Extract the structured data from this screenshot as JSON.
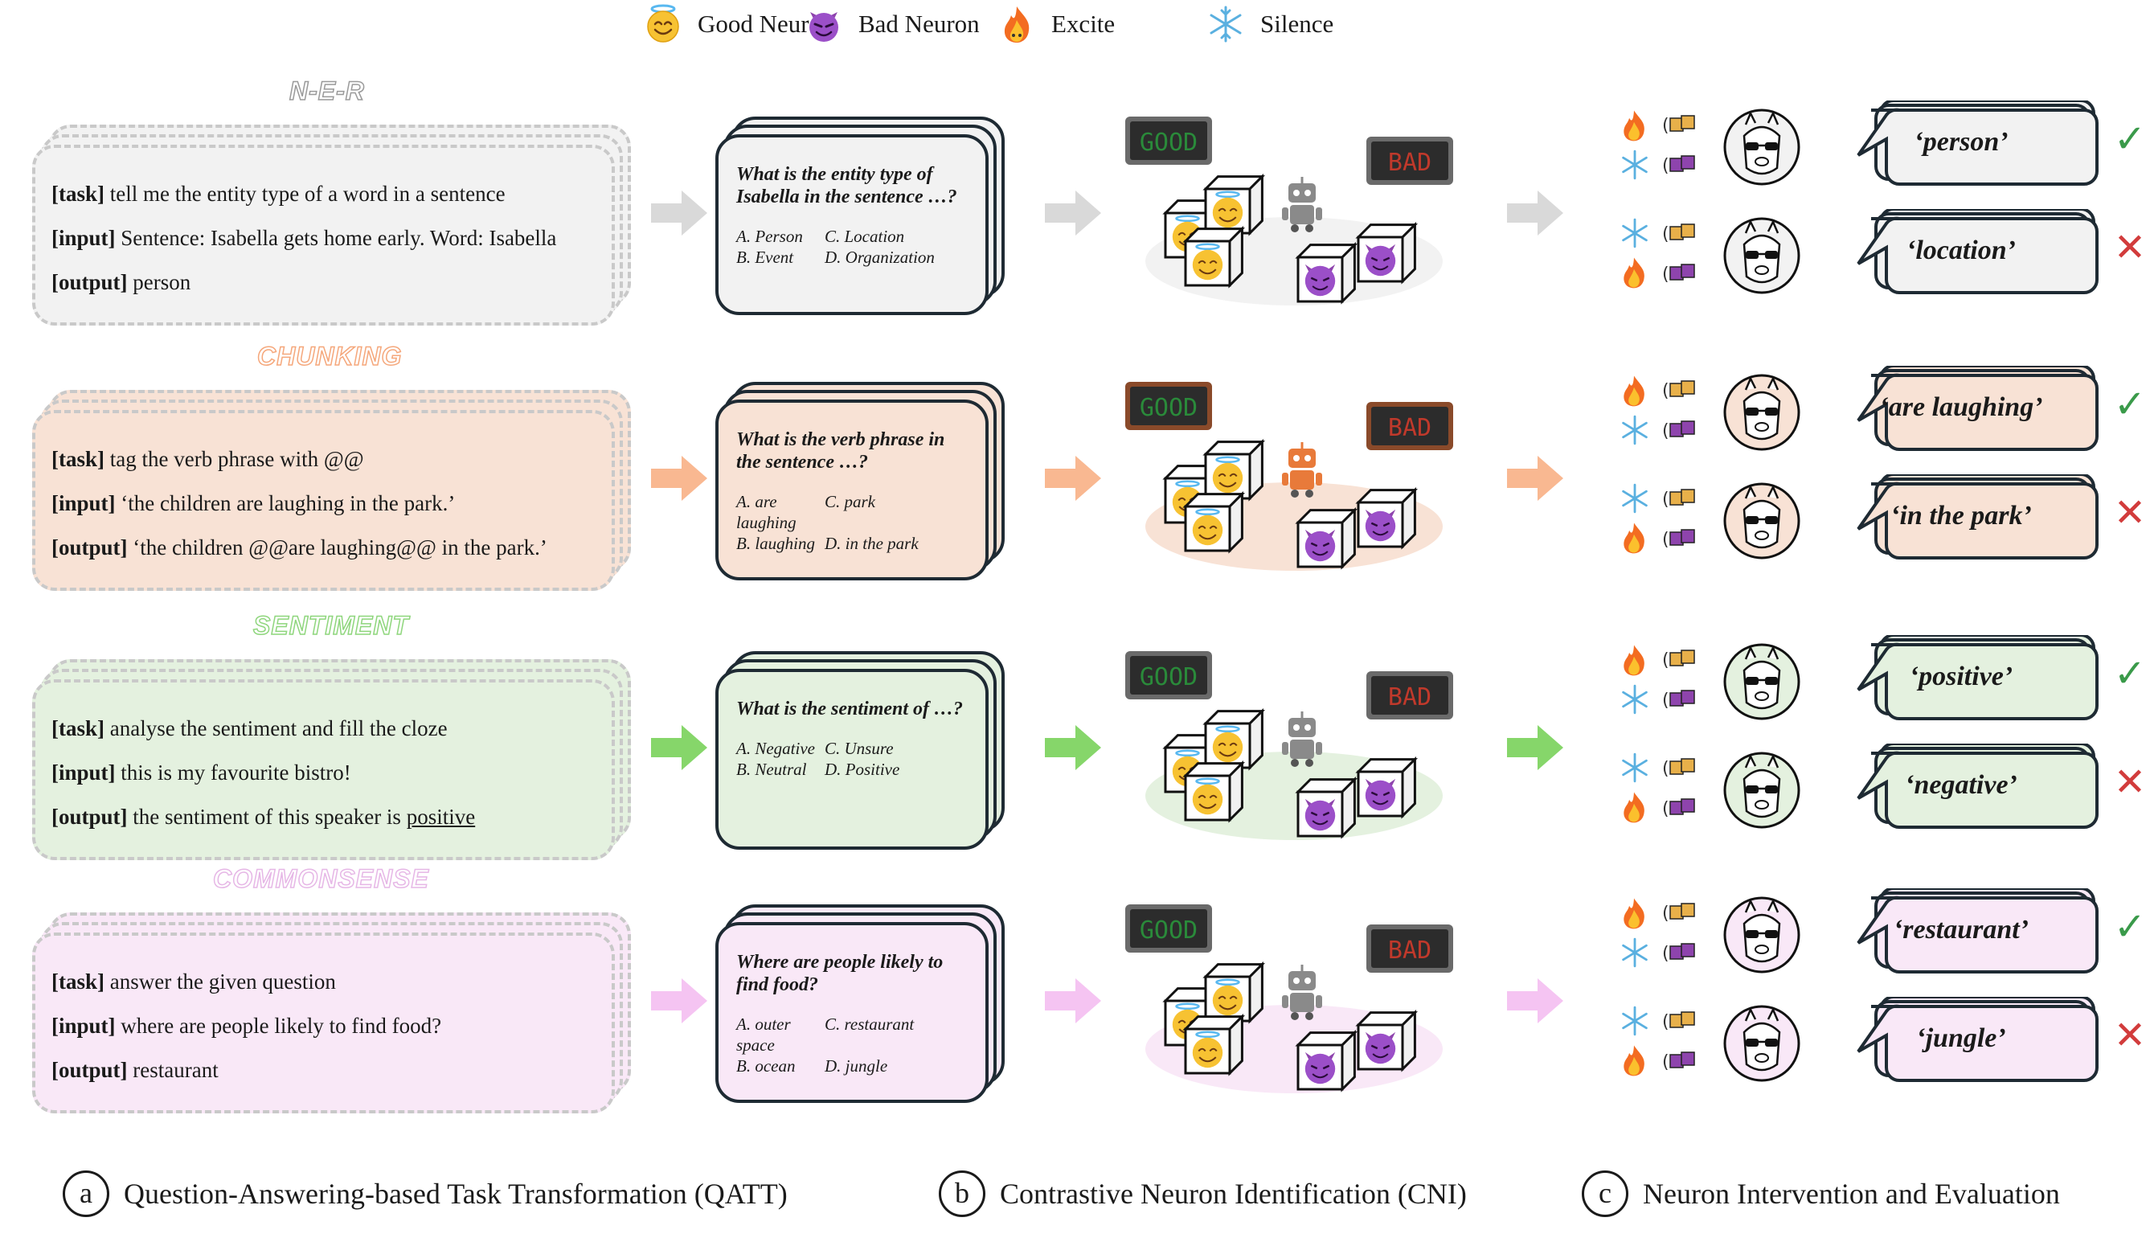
{
  "legend": [
    {
      "icon": "good-neuron-icon",
      "label": "Good Neuron"
    },
    {
      "icon": "bad-neuron-icon",
      "label": "Bad Neuron"
    },
    {
      "icon": "excite-icon",
      "label": "Excite"
    },
    {
      "icon": "silence-icon",
      "label": "Silence"
    }
  ],
  "colors": {
    "ner": "#f2f2f2",
    "ner_title": "#9a9a9a",
    "ner_arrow": "#d9d9d9",
    "chunking": "#f8e2d5",
    "chunking_title": "#f5a77b",
    "chunking_arrow": "#f9b891",
    "sentiment": "#e4f1df",
    "sentiment_title": "#8fd67d",
    "sentiment_arrow": "#86d66a",
    "commonsense": "#f9e8f7",
    "commonsense_title": "#e6b7e6",
    "commonsense_arrow": "#f5c4f2",
    "good_sign": "#2a8a3a",
    "bad_sign": "#c0392b",
    "check": "#3a9a4a",
    "cross": "#d23c3c"
  },
  "rows": [
    {
      "key": "ner",
      "title": "N-E-R",
      "task": {
        "task_tag": "[task]",
        "task": "tell me the entity type of a word in a sentence",
        "input_tag": "[input]",
        "input": "Sentence: Isabella gets home early. Word: Isabella",
        "output_tag": "[output]",
        "output": "person"
      },
      "question": "What is the entity type of Isabella in the sentence …?",
      "options": [
        "A. Person",
        "C. Location",
        "B. Event",
        "D. Organization"
      ],
      "responses": [
        {
          "text": "‘person’",
          "verdict": "correct"
        },
        {
          "text": "‘location’",
          "verdict": "wrong"
        }
      ]
    },
    {
      "key": "chunking",
      "title": "CHUNKING",
      "task": {
        "task_tag": "[task]",
        "task": "tag the verb phrase with @@",
        "input_tag": "[input]",
        "input": "‘the children are laughing in the park.’",
        "output_tag": "[output]",
        "output": "‘the children @@are laughing@@ in the park.’"
      },
      "question": "What is the verb phrase in the sentence …?",
      "options": [
        "A. are laughing",
        "C. park",
        "B. laughing",
        "D. in the park"
      ],
      "responses": [
        {
          "text": "‘are laughing’",
          "verdict": "correct"
        },
        {
          "text": "‘in the park’",
          "verdict": "wrong"
        }
      ]
    },
    {
      "key": "sentiment",
      "title": "SENTIMENT",
      "task": {
        "task_tag": "[task]",
        "task": "analyse the sentiment and fill the cloze",
        "input_tag": "[input]",
        "input": "this is my favourite bistro!",
        "output_tag": "[output]",
        "output_prefix": "the sentiment of this speaker is ",
        "output": "positive"
      },
      "question": "What is the sentiment of …?",
      "options": [
        "A. Negative",
        "C. Unsure",
        "B. Neutral",
        "D. Positive"
      ],
      "responses": [
        {
          "text": "‘positive’",
          "verdict": "correct"
        },
        {
          "text": "‘negative’",
          "verdict": "wrong"
        }
      ]
    },
    {
      "key": "commonsense",
      "title": "COMMONSENSE",
      "task": {
        "task_tag": "[task]",
        "task": "answer the given question",
        "input_tag": "[input]",
        "input": "where are people likely to find food?",
        "output_tag": "[output]",
        "output": "restaurant"
      },
      "question": "Where are people likely to find food?",
      "options": [
        "A. outer space",
        "C. restaurant",
        "B. ocean",
        "D. jungle"
      ],
      "responses": [
        {
          "text": "‘restaurant’",
          "verdict": "correct"
        },
        {
          "text": "‘jungle’",
          "verdict": "wrong"
        }
      ]
    }
  ],
  "signs": {
    "good": "GOOD",
    "bad": "BAD"
  },
  "verdict_glyphs": {
    "correct": "✓",
    "wrong": "✕"
  },
  "footer": [
    {
      "letter": "a",
      "label": "Question-Answering-based Task Transformation (QATT)"
    },
    {
      "letter": "b",
      "label": "Contrastive Neuron Identification (CNI)"
    },
    {
      "letter": "c",
      "label": "Neuron Intervention and Evaluation"
    }
  ]
}
